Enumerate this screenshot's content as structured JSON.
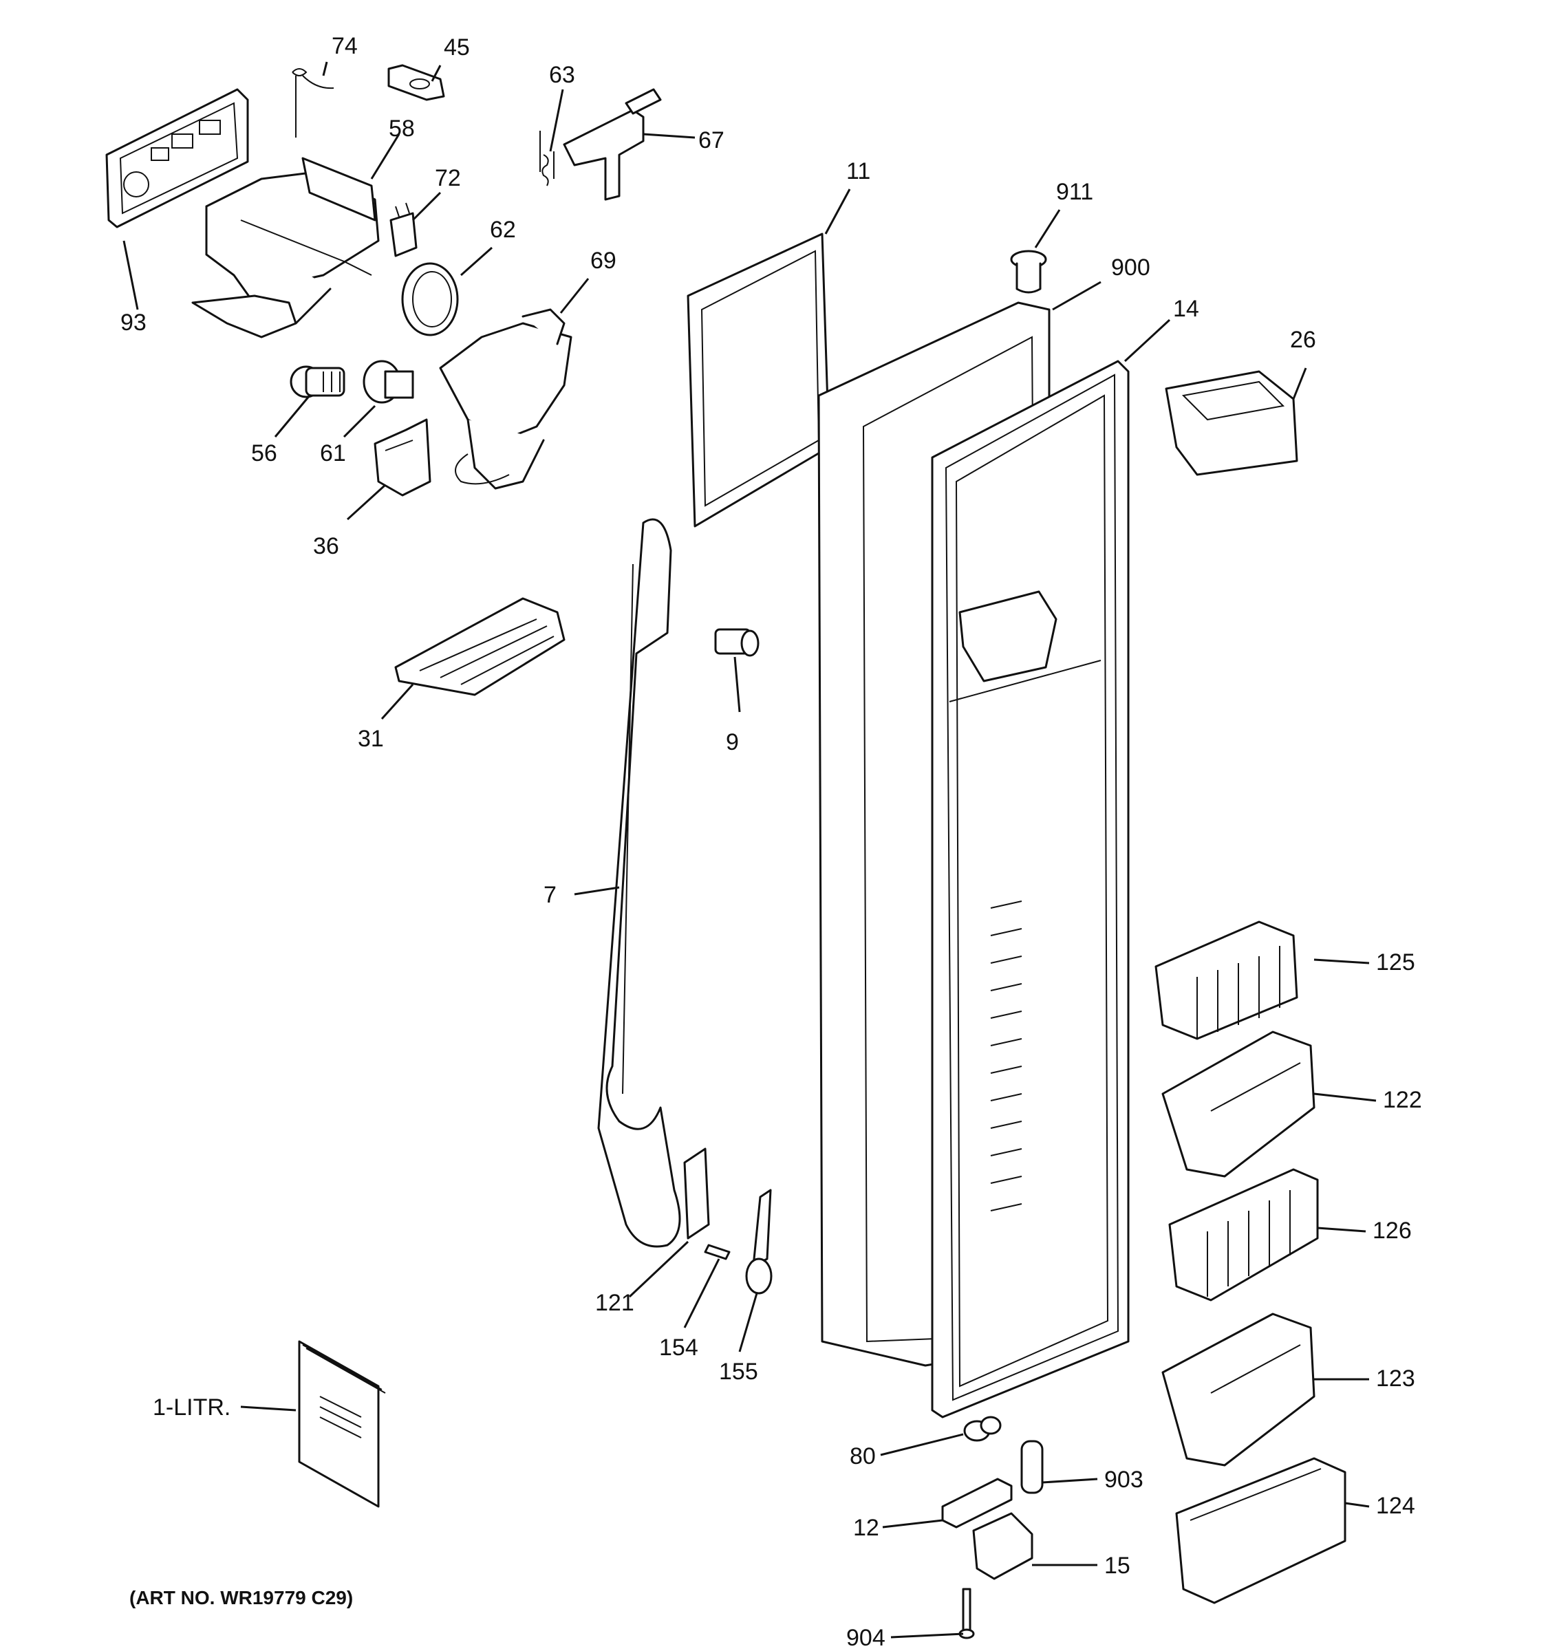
{
  "art_number": "(ART NO. WR19779 C29)",
  "callouts": {
    "c74": "74",
    "c45": "45",
    "c63": "63",
    "c67": "67",
    "c58": "58",
    "c72": "72",
    "c62": "62",
    "c69": "69",
    "c93": "93",
    "c56": "56",
    "c61": "61",
    "c36": "36",
    "c11": "11",
    "c911": "911",
    "c900": "900",
    "c14": "14",
    "c26": "26",
    "c31": "31",
    "c9": "9",
    "c7": "7",
    "c125": "125",
    "c122": "122",
    "c126": "126",
    "c123": "123",
    "c124": "124",
    "c121": "121",
    "c154": "154",
    "c155": "155",
    "c1litr": "1-LITR.",
    "c80": "80",
    "c903": "903",
    "c12": "12",
    "c15": "15",
    "c904": "904"
  }
}
